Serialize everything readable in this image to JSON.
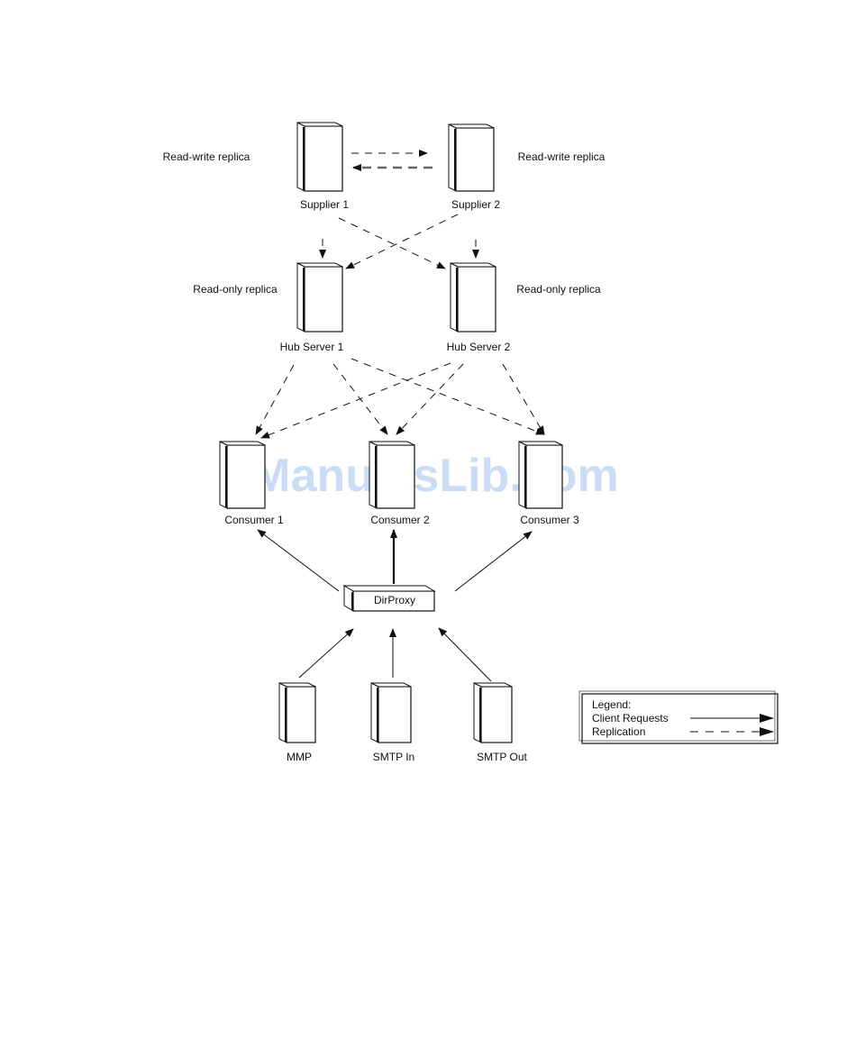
{
  "watermark": "ManualsLib.com",
  "nodes": {
    "supplier1": {
      "label": "Supplier 1",
      "role": "Read-write replica"
    },
    "supplier2": {
      "label": "Supplier 2",
      "role": "Read-write replica"
    },
    "hub1": {
      "label": "Hub Server 1",
      "role": "Read-only replica"
    },
    "hub2": {
      "label": "Hub Server 2",
      "role": "Read-only replica"
    },
    "consumer1": {
      "label": "Consumer 1"
    },
    "consumer2": {
      "label": "Consumer 2"
    },
    "consumer3": {
      "label": "Consumer 3"
    },
    "dirproxy": {
      "label": "DirProxy"
    },
    "mmp": {
      "label": "MMP"
    },
    "smtp_in": {
      "label": "SMTP In"
    },
    "smtp_out": {
      "label": "SMTP Out"
    }
  },
  "legend": {
    "title": "Legend:",
    "client_requests": "Client Requests",
    "replication": "Replication"
  },
  "edges": [
    {
      "from": "supplier1",
      "to": "supplier2",
      "kind": "replication"
    },
    {
      "from": "supplier2",
      "to": "supplier1",
      "kind": "replication"
    },
    {
      "from": "supplier1",
      "to": "hub1",
      "kind": "replication"
    },
    {
      "from": "supplier1",
      "to": "hub2",
      "kind": "replication"
    },
    {
      "from": "supplier2",
      "to": "hub1",
      "kind": "replication"
    },
    {
      "from": "supplier2",
      "to": "hub2",
      "kind": "replication"
    },
    {
      "from": "hub1",
      "to": "consumer1",
      "kind": "replication"
    },
    {
      "from": "hub1",
      "to": "consumer2",
      "kind": "replication"
    },
    {
      "from": "hub1",
      "to": "consumer3",
      "kind": "replication"
    },
    {
      "from": "hub2",
      "to": "consumer1",
      "kind": "replication"
    },
    {
      "from": "hub2",
      "to": "consumer2",
      "kind": "replication"
    },
    {
      "from": "hub2",
      "to": "consumer3",
      "kind": "replication"
    },
    {
      "from": "dirproxy",
      "to": "consumer1",
      "kind": "client"
    },
    {
      "from": "dirproxy",
      "to": "consumer2",
      "kind": "client"
    },
    {
      "from": "dirproxy",
      "to": "consumer3",
      "kind": "client"
    },
    {
      "from": "mmp",
      "to": "dirproxy",
      "kind": "client"
    },
    {
      "from": "smtp_in",
      "to": "dirproxy",
      "kind": "client"
    },
    {
      "from": "smtp_out",
      "to": "dirproxy",
      "kind": "client"
    }
  ]
}
